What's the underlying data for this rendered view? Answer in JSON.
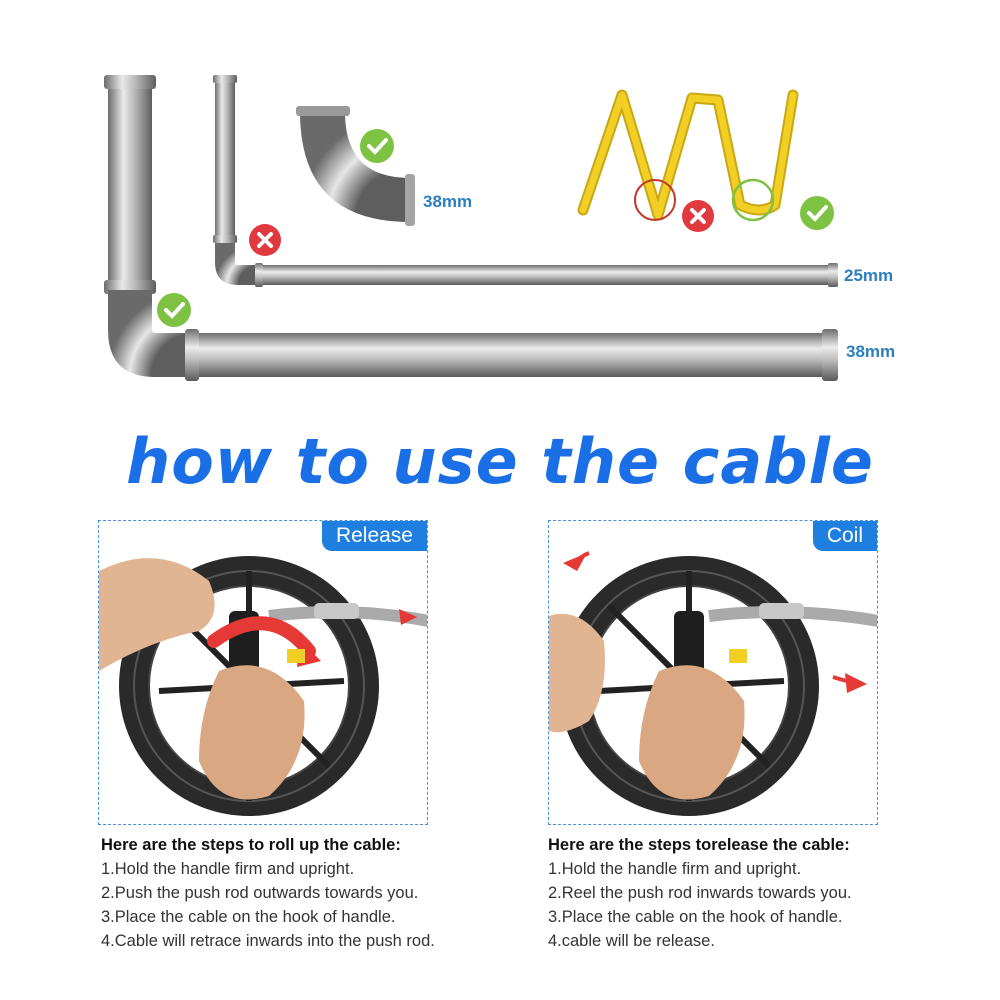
{
  "diagram": {
    "labels": {
      "elbow": "38mm",
      "pipe_small": "25mm",
      "pipe_large": "38mm"
    }
  },
  "headline": "how to use the cable",
  "panels": {
    "left": {
      "tag": "Release"
    },
    "right": {
      "tag": "Coil"
    }
  },
  "instructions": {
    "left": {
      "heading": "Here are the steps to roll up the cable:",
      "steps": [
        "1.Hold the handle firm and upright.",
        "2.Push the push rod outwards towards you.",
        "3.Place the cable on the hook of handle.",
        "4.Cable will retrace inwards into the push rod."
      ]
    },
    "right": {
      "heading": "Here are the steps torelease the cable:",
      "steps": [
        "1.Hold the handle firm and upright.",
        "2.Reel the push rod inwards towards you.",
        "3.Place the cable on the hook of handle.",
        "4.cable will be release."
      ]
    }
  },
  "colors": {
    "accent_blue": "#1a6fe6",
    "check_green": "#7dc242",
    "cross_red": "#e0393e",
    "cable_yellow": "#f2cf24",
    "dimension_blue": "#2d7fc1"
  },
  "icons": [
    "check-icon",
    "cross-icon",
    "arrow-icon"
  ]
}
